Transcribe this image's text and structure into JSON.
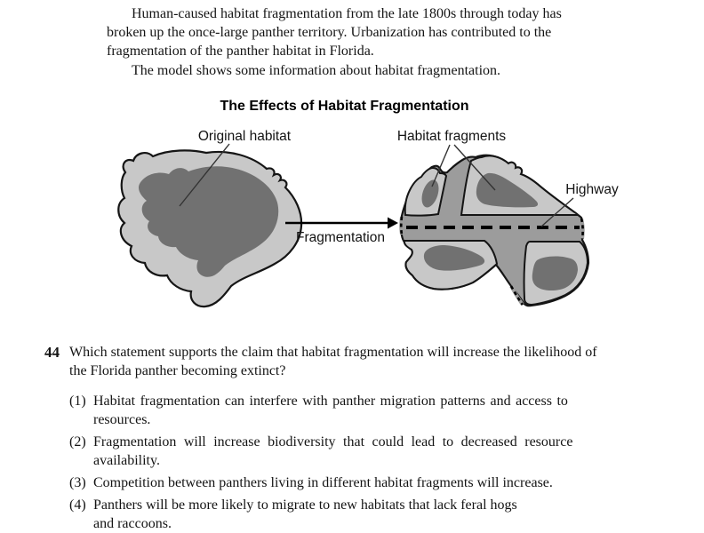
{
  "palette": {
    "background": "#ffffff",
    "habitat_light_gray": "#c8c8c8",
    "habitat_dark_gray": "#717171",
    "road_gray": "#9c9c9c",
    "outline_black": "#151515",
    "text_black": "#141414"
  },
  "intro": {
    "paragraph1_lines": [
      "Human-caused habitat fragmentation from the late 1800s through today has",
      "broken up the once-large panther territory. Urbanization has contributed to the",
      "fragmentation of the panther habitat in Florida."
    ],
    "paragraph2": "The model shows some information about habitat fragmentation."
  },
  "diagram": {
    "title": "The Effects of Habitat Fragmentation",
    "original_habitat_label": "Original habitat",
    "habitat_fragments_label": "Habitat fragments",
    "highway_label": "Highway",
    "arrow_label": "Fragmentation"
  },
  "question": {
    "number": "44",
    "stem_lines": [
      "Which statement supports the claim that habitat fragmentation will increase the likelihood of",
      "the Florida panther becoming extinct?"
    ],
    "choices": [
      {
        "marker": "(1)",
        "lines": [
          "Habitat fragmentation can interfere with panther migration patterns and access to",
          "resources."
        ]
      },
      {
        "marker": "(2)",
        "lines": [
          "Fragmentation will increase biodiversity that could lead to decreased resource",
          "availability."
        ]
      },
      {
        "marker": "(3)",
        "lines": [
          "Competition between panthers living in different habitat fragments will increase.",
          ""
        ]
      },
      {
        "marker": "(4)",
        "lines": [
          "Panthers will be more likely to migrate to new habitats that lack feral hogs",
          "and raccoons."
        ]
      }
    ]
  }
}
